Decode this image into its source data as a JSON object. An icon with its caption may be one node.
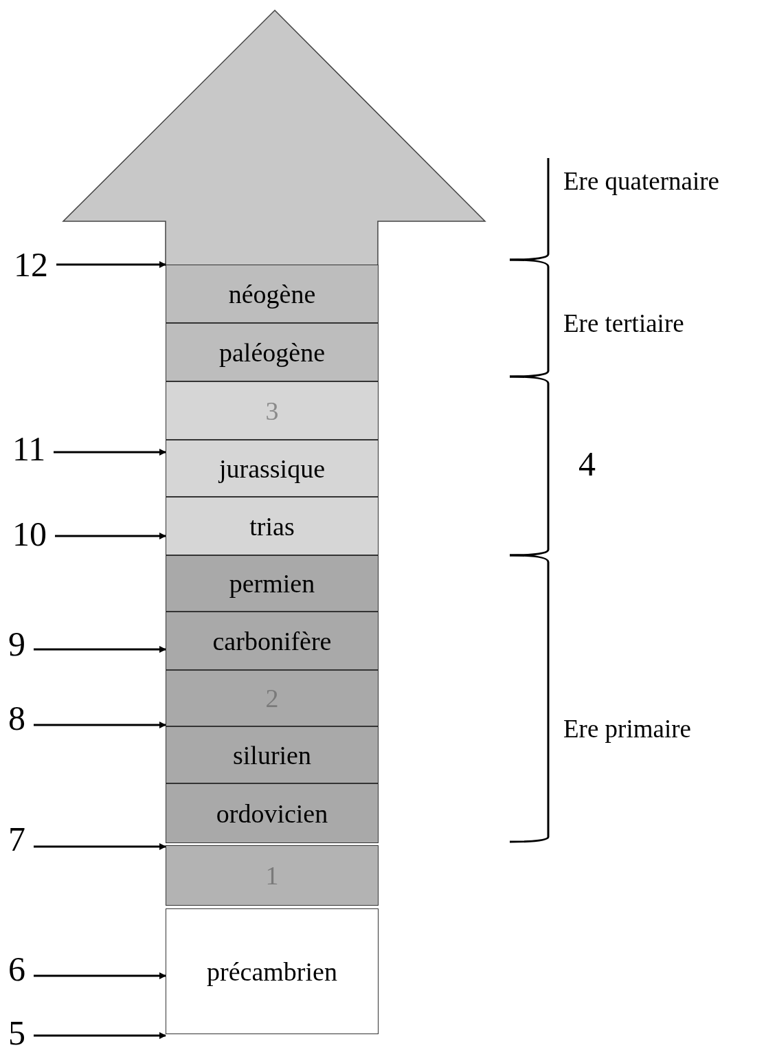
{
  "diagram": {
    "nodes": [
      {
        "text": [
          "néogène"
        ]
      },
      {
        "text": [
          "paléogène"
        ]
      },
      {
        "text": [
          "3"
        ]
      },
      {
        "text": [
          "jurassique"
        ]
      },
      {
        "text": [
          "trias"
        ]
      },
      {
        "text": [
          "permien"
        ]
      },
      {
        "text": [
          "carbonifère"
        ]
      },
      {
        "text": [
          "2"
        ]
      },
      {
        "text": [
          "silurien"
        ]
      },
      {
        "text": [
          "ordovicien"
        ]
      },
      {
        "text": [
          "1"
        ]
      },
      {
        "text": [
          "précambrien"
        ]
      },
      {
        "text": [
          "12"
        ]
      },
      {
        "text": [
          "11"
        ]
      },
      {
        "text": [
          "10"
        ]
      },
      {
        "text": [
          "9"
        ]
      },
      {
        "text": [
          "8"
        ]
      },
      {
        "text": [
          "7"
        ]
      },
      {
        "text": [
          "6"
        ]
      },
      {
        "text": [
          "5"
        ]
      }
    ],
    "edges": [
      {
        "from": 12,
        "to": 0,
        "arrow": "to"
      },
      {
        "from": 13,
        "to": 3,
        "arrow": "to"
      },
      {
        "from": 14,
        "to": 4,
        "arrow": "to"
      },
      {
        "from": 15,
        "to": 6,
        "arrow": "to"
      },
      {
        "from": 16,
        "to": 7,
        "arrow": "to"
      },
      {
        "from": 17,
        "to": 9,
        "arrow": "to"
      },
      {
        "from": 18,
        "to": 11,
        "arrow": "to"
      },
      {
        "from": 19,
        "to": 11,
        "arrow": "to"
      }
    ],
    "labels": [
      "Ere quaternaire",
      "Ere tertiaire",
      "4",
      "Ere primaire"
    ]
  }
}
